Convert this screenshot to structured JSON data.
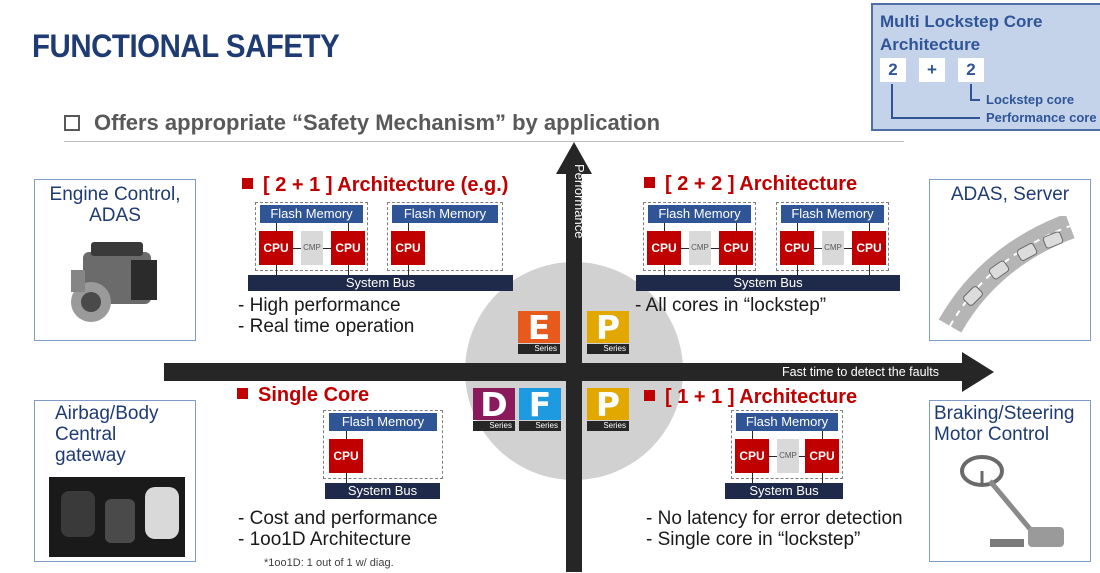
{
  "slide": {
    "title": "FUNCTIONAL SAFETY",
    "subtitle": "Offers appropriate “Safety Mechanism” by application"
  },
  "multi_lockstep": {
    "title_line1": "Multi Lockstep Core",
    "title_line2": "Architecture",
    "chip_left": "2",
    "chip_plus": "+",
    "chip_right": "2",
    "label_lockstep": "Lockstep core",
    "label_performance": "Performance core"
  },
  "axes": {
    "vertical_label": "Performance",
    "horizontal_label": "Fast time to detect the faults"
  },
  "series": [
    {
      "letter": "E",
      "caption": "Series",
      "color": "#e85a1c"
    },
    {
      "letter": "P",
      "caption": "Series",
      "color": "#e3a800"
    },
    {
      "letter": "D",
      "caption": "Series",
      "color": "#8b1a5c"
    },
    {
      "letter": "F",
      "caption": "Series",
      "color": "#1e9be0"
    },
    {
      "letter": "P",
      "caption": "Series",
      "color": "#e3a800"
    }
  ],
  "applications": {
    "top_left": {
      "line1": "Engine Control,",
      "line2": "ADAS"
    },
    "top_right": {
      "line1": "ADAS, Server"
    },
    "bottom_left": {
      "line1": "Airbag/Body",
      "line2": "Central",
      "line3": "gateway"
    },
    "bottom_right": {
      "line1": "Braking/Steering",
      "line2": "Motor Control"
    }
  },
  "diagram_labels": {
    "flash": "Flash Memory",
    "cpu": "CPU",
    "cmp": "CMP",
    "bus": "System Bus"
  },
  "quadrants": {
    "q_2plus1": {
      "title": "[ 2 + 1 ] Architecture (e.g.)",
      "points": [
        "- High performance",
        "- Real time operation"
      ]
    },
    "q_2plus2": {
      "title": "[ 2 + 2 ] Architecture",
      "points": [
        "- All cores in  “lockstep”"
      ]
    },
    "q_single": {
      "title": "Single Core",
      "points": [
        "- Cost and performance",
        "- 1oo1D Architecture"
      ],
      "footnote": "*1oo1D: 1 out of 1 w/ diag."
    },
    "q_1plus1": {
      "title": "[ 1 + 1 ] Architecture",
      "points": [
        "- No latency for error detection",
        "- Single core in “lockstep”"
      ]
    }
  },
  "colors": {
    "title_blue": "#1f3b73",
    "accent_red": "#c00000",
    "flash_blue": "#2f5597",
    "bus_navy": "#1f2a4a",
    "panel_blue": "#c5d3ea"
  }
}
